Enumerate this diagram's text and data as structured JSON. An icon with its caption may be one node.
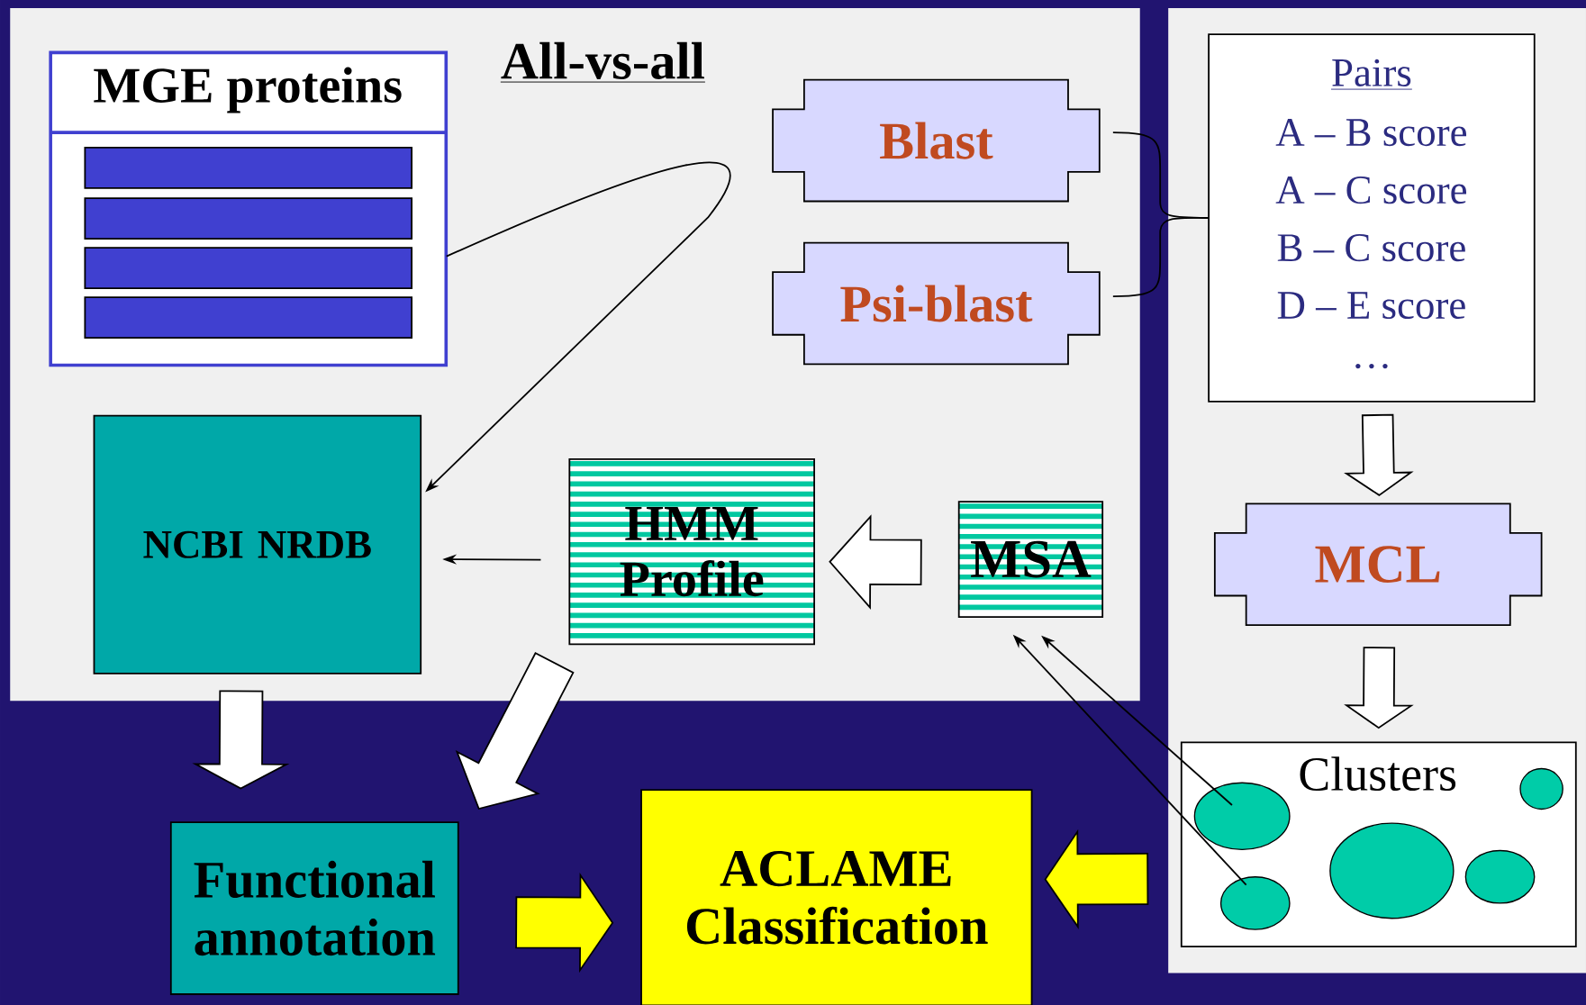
{
  "diagram": {
    "nodes": [
      {
        "text": [
          "All-vs-all"
        ]
      },
      {
        "text": [
          "MGE proteins"
        ],
        "in": 0
      },
      {
        "text": [],
        "shape": "bar",
        "in": 1
      },
      {
        "text": [],
        "shape": "bar",
        "in": 1
      },
      {
        "text": [],
        "shape": "bar",
        "in": 1
      },
      {
        "text": [],
        "shape": "bar",
        "in": 1
      },
      {
        "text": [
          "Blast"
        ],
        "in": 0
      },
      {
        "text": [
          "Psi-blast"
        ],
        "in": 0
      },
      {
        "text": [
          "NCBI NRDB"
        ],
        "in": 0
      },
      {
        "text": [
          "HMM Profile"
        ],
        "in": 0
      },
      {
        "text": [
          "MSA"
        ],
        "in": 0
      },
      {
        "text": [],
        "shape": "box"
      },
      {
        "text": [
          "Pairs",
          "A – B score",
          "A – C score",
          "B – C score",
          "D – E score",
          "…"
        ],
        "in": 11
      },
      {
        "text": [
          "MCL"
        ],
        "in": 11
      },
      {
        "text": [
          "Clusters"
        ],
        "in": 11
      },
      {
        "text": [],
        "shape": "circle",
        "in": 14
      },
      {
        "text": [],
        "shape": "circle",
        "in": 14
      },
      {
        "text": [],
        "shape": "circle",
        "in": 14
      },
      {
        "text": [],
        "shape": "circle",
        "in": 14
      },
      {
        "text": [],
        "shape": "circle",
        "in": 14
      },
      {
        "text": [
          "Functional annotation"
        ]
      },
      {
        "text": [
          "ACLAME Classification"
        ]
      }
    ],
    "edges": [
      {
        "from": 1,
        "to": 8,
        "arrow": "to"
      },
      {
        "from": 6,
        "to": 12,
        "arrow": "none"
      },
      {
        "from": 7,
        "to": 12,
        "arrow": "none"
      },
      {
        "from": 12,
        "to": 13,
        "arrow": "to",
        "style": "thick",
        "color": "#ffffff"
      },
      {
        "from": 13,
        "to": 14,
        "arrow": "to",
        "style": "thick",
        "color": "#ffffff"
      },
      {
        "from": 15,
        "to": 10,
        "arrow": "to"
      },
      {
        "from": 16,
        "to": 10,
        "arrow": "to"
      },
      {
        "from": 10,
        "to": 9,
        "arrow": "to",
        "style": "thick",
        "color": "#ffffff"
      },
      {
        "from": 9,
        "to": 8,
        "arrow": "to"
      },
      {
        "from": 8,
        "to": 20,
        "arrow": "to",
        "style": "thick",
        "color": "#ffffff"
      },
      {
        "from": 9,
        "to": 20,
        "arrow": "to",
        "style": "thick",
        "color": "#ffffff"
      },
      {
        "from": 20,
        "to": 21,
        "arrow": "to",
        "style": "thick",
        "color": "#ffff00"
      },
      {
        "from": 14,
        "to": 21,
        "arrow": "to",
        "style": "thick",
        "color": "#ffff00"
      }
    ]
  }
}
